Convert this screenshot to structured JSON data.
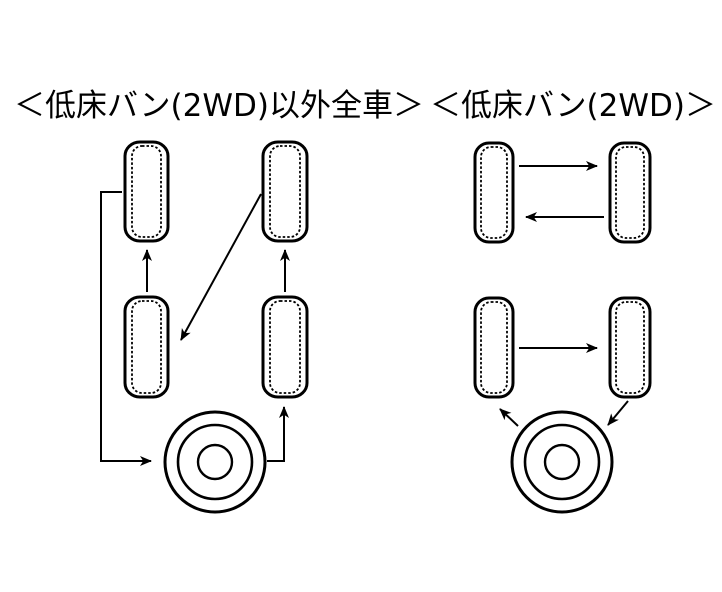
{
  "page": {
    "background_color": "#ffffff",
    "ink_color": "#000000",
    "kind": "tire-rotation-diagram"
  },
  "diagrams": [
    {
      "id": "all-vehicles-except-low-floor-van-2wd",
      "title": "＜低床バン(2WD)以外全車＞",
      "wheels": [
        "front-left",
        "front-right",
        "rear-left",
        "rear-right"
      ],
      "spare": "spare-tire",
      "rotation_arrows": [
        {
          "from": "rear-left",
          "to": "front-left"
        },
        {
          "from": "front-right",
          "to": "rear-left"
        },
        {
          "from": "rear-right",
          "to": "front-right"
        },
        {
          "from": "front-left",
          "to": "spare-tire"
        },
        {
          "from": "spare-tire",
          "to": "rear-right"
        }
      ]
    },
    {
      "id": "low-floor-van-2wd",
      "title": "＜低床バン(2WD)＞",
      "wheels": [
        "front-left",
        "front-right",
        "rear-left",
        "rear-right"
      ],
      "spare": "spare-tire",
      "rotation_arrows": [
        {
          "from": "front-left",
          "to": "front-right"
        },
        {
          "from": "front-right",
          "to": "front-left"
        },
        {
          "from": "rear-left",
          "to": "rear-right"
        },
        {
          "from": "spare-tire",
          "to": "rear-left"
        },
        {
          "from": "rear-right",
          "to": "spare-tire"
        }
      ]
    }
  ]
}
